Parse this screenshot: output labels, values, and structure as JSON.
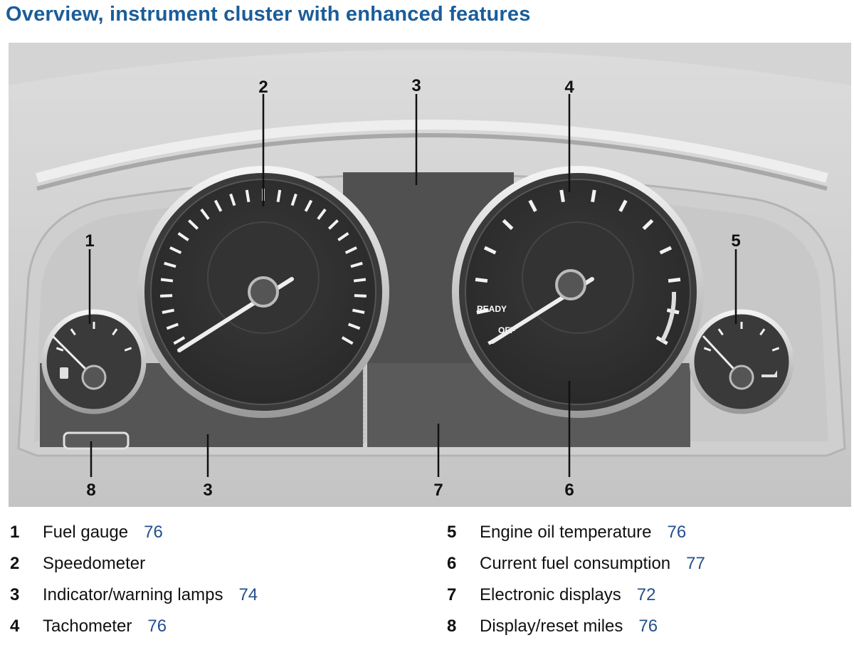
{
  "title": "Overview, instrument cluster with enhanced features",
  "figure": {
    "callouts": [
      "1",
      "2",
      "3",
      "3",
      "4",
      "5",
      "6",
      "7",
      "8"
    ],
    "tacho_labels": {
      "ready": "READY",
      "off": "OFF"
    }
  },
  "legend": [
    {
      "num": "1",
      "label": "Fuel gauge",
      "page": "76"
    },
    {
      "num": "2",
      "label": "Speedometer",
      "page": ""
    },
    {
      "num": "3",
      "label": "Indicator/warning lamps",
      "page": "74"
    },
    {
      "num": "4",
      "label": "Tachometer",
      "page": "76"
    },
    {
      "num": "5",
      "label": "Engine oil temperature",
      "page": "76"
    },
    {
      "num": "6",
      "label": "Current fuel consumption",
      "page": "77"
    },
    {
      "num": "7",
      "label": "Electronic displays",
      "page": "72"
    },
    {
      "num": "8",
      "label": "Display/reset miles",
      "page": "76"
    }
  ],
  "colors": {
    "title": "#1a5d99",
    "page_ref": "#244f8c",
    "dash_dark": "#5a5a5a",
    "dash_light": "#d9d9d9"
  }
}
